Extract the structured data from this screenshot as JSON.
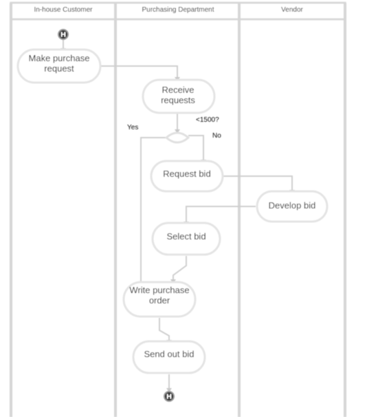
{
  "lanes": {
    "customer": "In-house Customer",
    "purchasing": "Purchasing Department",
    "vendor": "Vendor"
  },
  "nodes": {
    "make_request": [
      "Make purchase",
      "request"
    ],
    "receive_requests": [
      "Receive",
      "requests"
    ],
    "request_bid": "Request bid",
    "develop_bid": "Develop bid",
    "select_bid": "Select bid",
    "write_order": [
      "Write purchase",
      "order"
    ],
    "send_bid": "Send out bid"
  },
  "decision": {
    "condition": "<1500?",
    "yes": "Yes",
    "no": "No"
  },
  "colors": {
    "edge": "#cfcfcf",
    "node_border": "#e4e4e4",
    "terminal": "#333333"
  }
}
